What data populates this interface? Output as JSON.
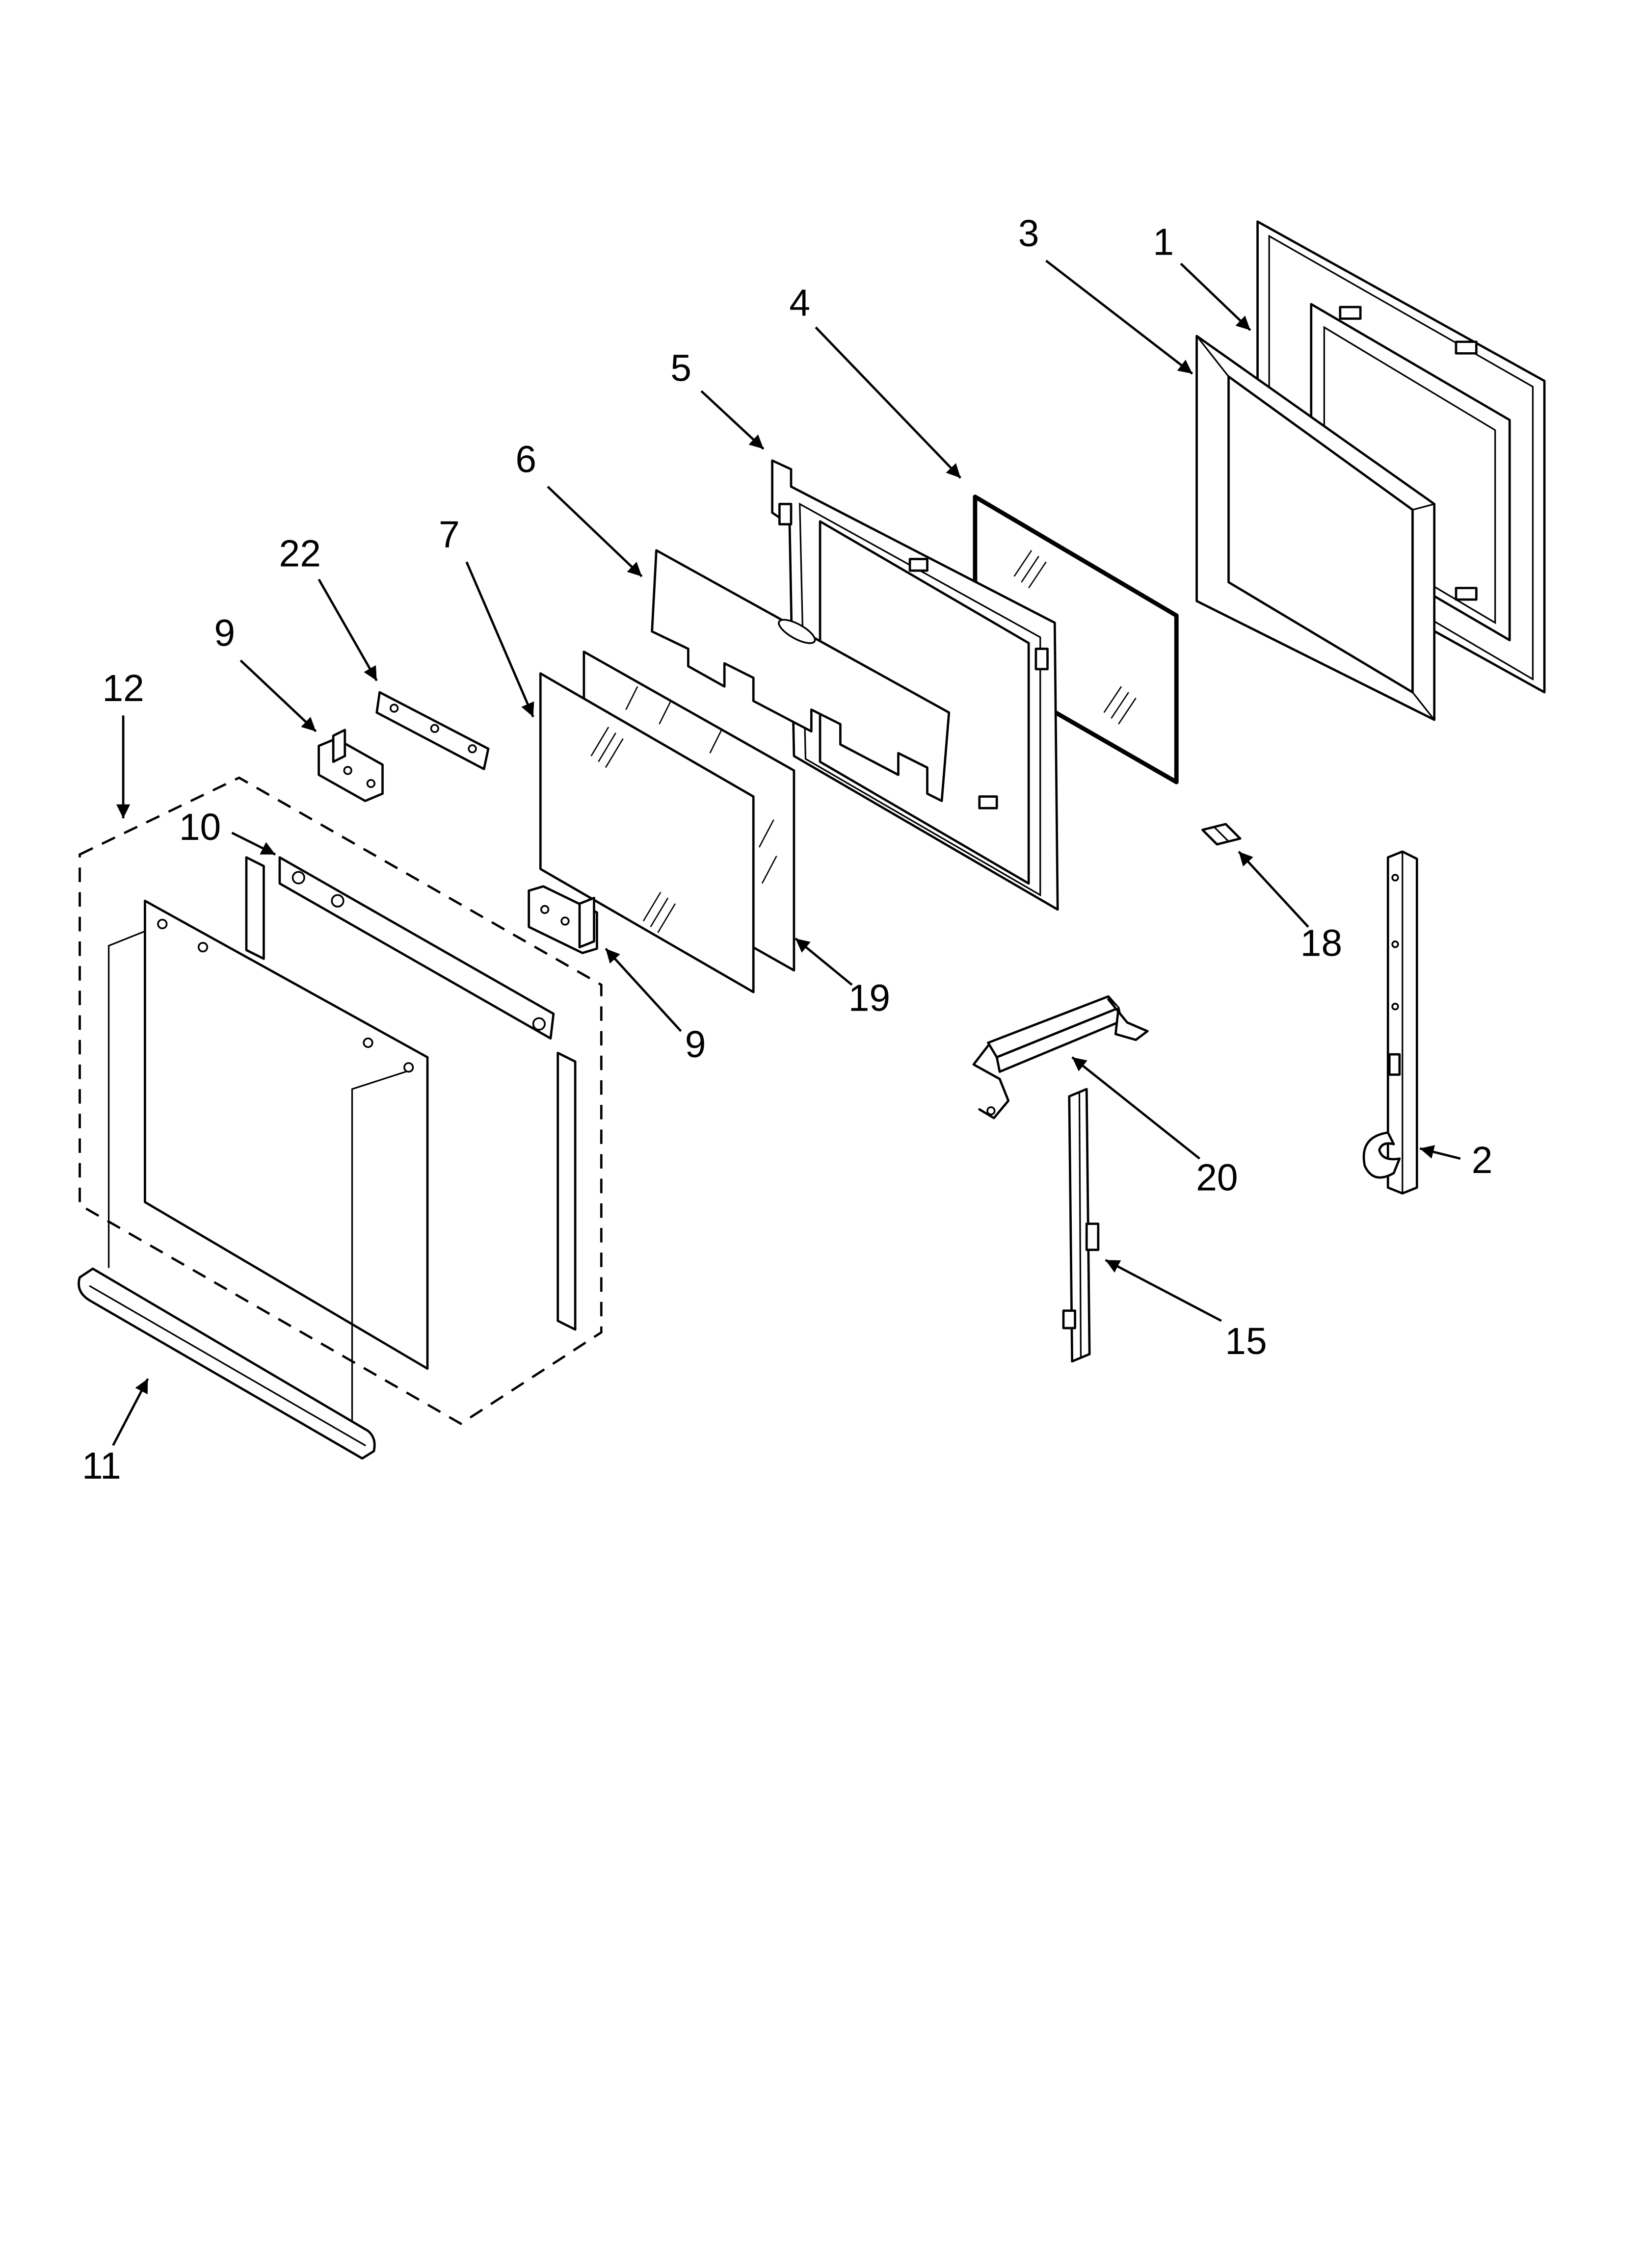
{
  "callouts": {
    "part_1": "1",
    "part_2": "2",
    "part_3": "3",
    "part_4": "4",
    "part_5": "5",
    "part_6": "6",
    "part_7": "7",
    "part_9_upper": "9",
    "part_9_lower": "9",
    "part_10": "10",
    "part_11": "11",
    "part_12": "12",
    "part_15": "15",
    "part_18": "18",
    "part_19": "19",
    "part_20": "20",
    "part_22": "22"
  }
}
